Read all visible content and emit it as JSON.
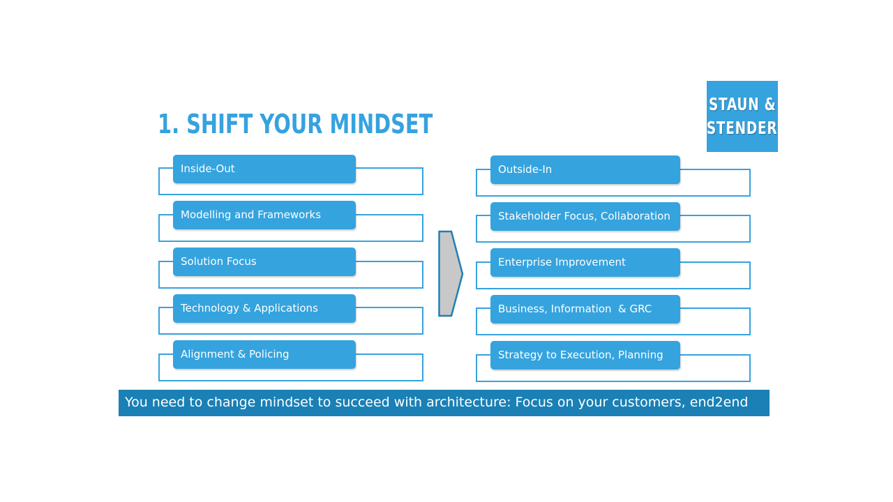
{
  "title": "1. SHIFT YOUR MINDSET",
  "logo": {
    "line1": "STAUN &",
    "line2": "STENDER"
  },
  "left_items": [
    "Inside-Out",
    "Modelling and Frameworks",
    "Solution Focus",
    "Technology & Applications",
    "Alignment & Policing"
  ],
  "right_items": [
    "Outside-In",
    "Stakeholder Focus, Collaboration",
    "Enterprise Improvement",
    "Business, Information  & GRC",
    "Strategy to Execution, Planning"
  ],
  "footer": "You need to change mindset to succeed with architecture: Focus on your customers, end2end",
  "colors": {
    "accent": "#36a2de",
    "footer_bg": "#1a80b5",
    "arrow_fill": "#c8c8c8",
    "arrow_stroke": "#1f7fb5"
  }
}
